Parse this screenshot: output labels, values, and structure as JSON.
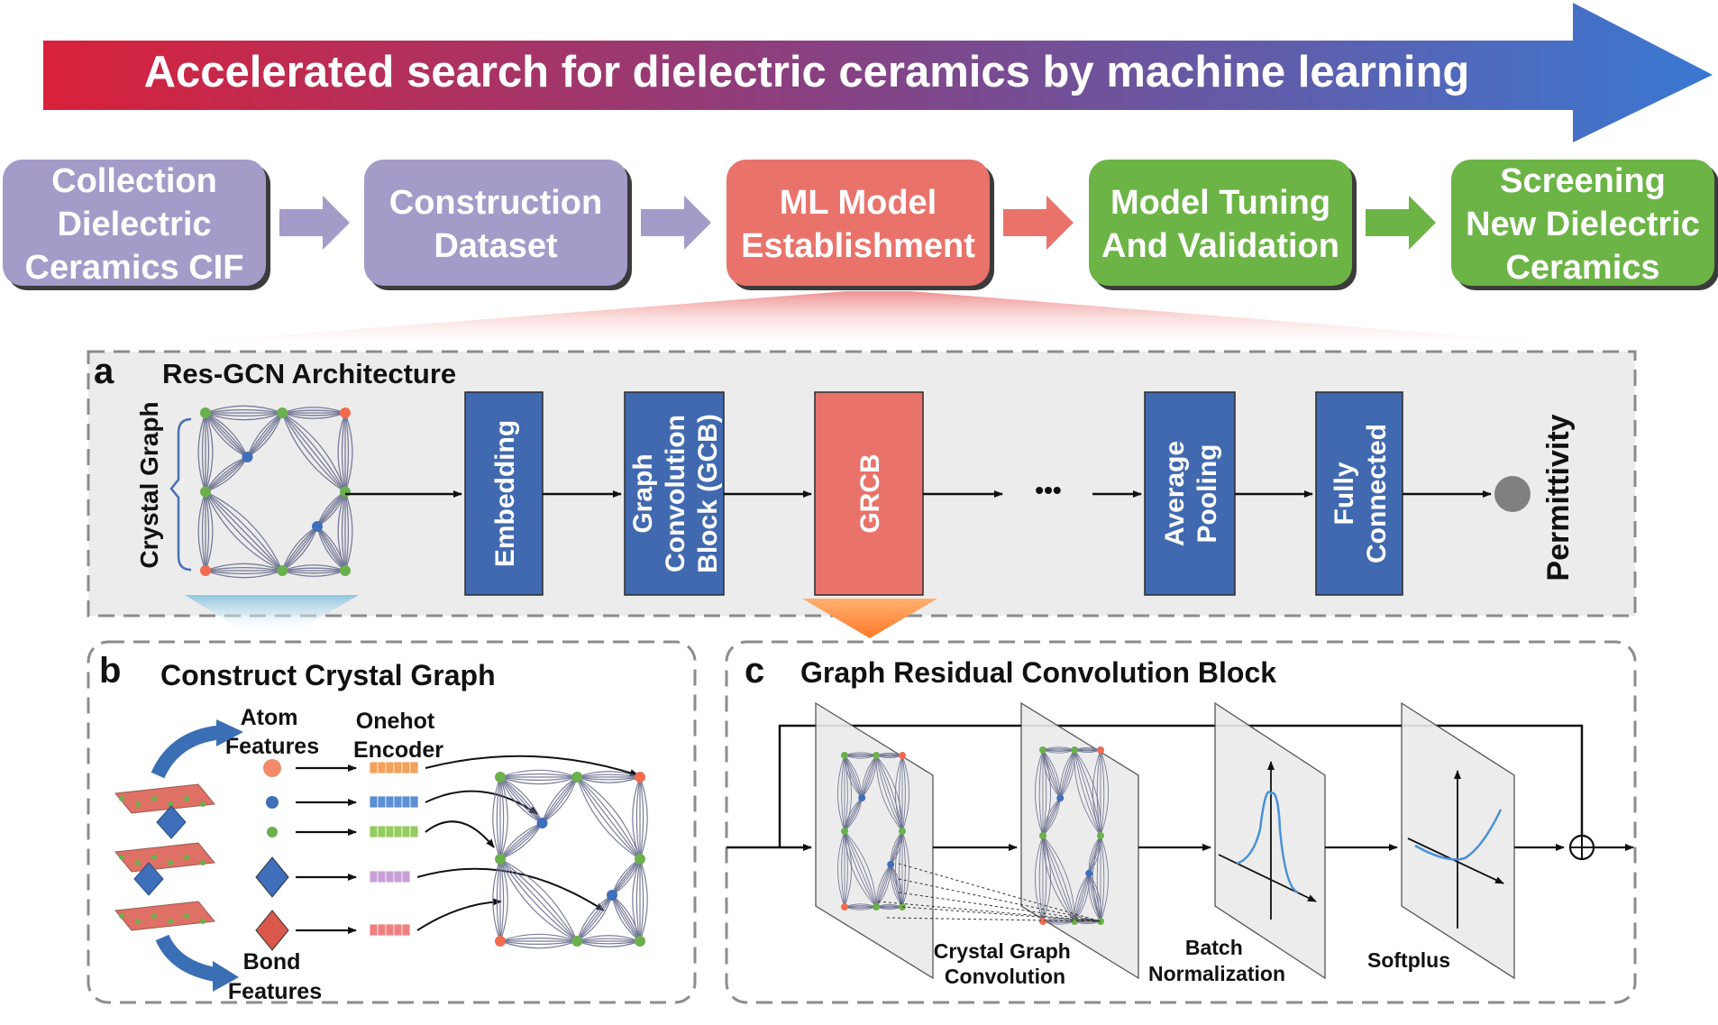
{
  "banner": {
    "title": "Accelerated search for dielectric ceramics by machine learning"
  },
  "flow": {
    "steps": [
      {
        "lines": [
          "Collection",
          "Dielectric",
          "Ceramics CIF"
        ]
      },
      {
        "lines": [
          "Construction",
          "Dataset"
        ]
      },
      {
        "lines": [
          "ML Model",
          "Establishment"
        ]
      },
      {
        "lines": [
          "Model Tuning",
          "And Validation"
        ]
      },
      {
        "lines": [
          "Screening",
          "New Dielectric",
          "Ceramics"
        ]
      }
    ],
    "colors": {
      "purple": "#a59bc9",
      "red": "#e9736b",
      "green": "#6db447"
    }
  },
  "panel_a": {
    "letter": "a",
    "title": "Res-GCN Architecture",
    "crystal_graph_label": "Crystal Graph",
    "blocks": [
      "Embedding",
      "Graph|Convolution|Block (GCB)",
      "GRCB",
      "Average|Pooling",
      "Fully|Connected"
    ],
    "ellipsis": "•••",
    "output": "Permittivity",
    "colors": {
      "block_blue": "#4069b0",
      "grcb": "#e9736b"
    }
  },
  "panel_b": {
    "letter": "b",
    "title": "Construct Crystal Graph",
    "atom_label": [
      "Atom",
      "Features"
    ],
    "encoder_label": [
      "Onehot",
      "Encoder"
    ],
    "bond_label": [
      "Bond",
      "Features"
    ]
  },
  "panel_c": {
    "letter": "c",
    "title": "Graph Residual Convolution Block",
    "conv_label": [
      "Crystal Graph",
      "Convolution"
    ],
    "bn_label": [
      "Batch",
      "Normalization"
    ],
    "softplus_label": "Softplus"
  }
}
